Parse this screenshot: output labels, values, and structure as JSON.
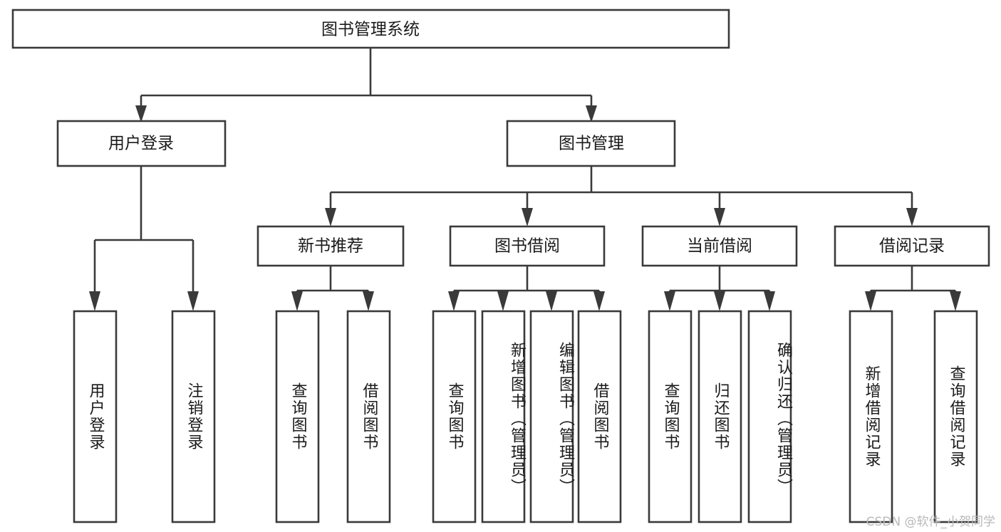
{
  "diagram": {
    "title": "图书管理系统",
    "type": "hierarchy-tree",
    "watermark": "CSDN @软件_小贺同学",
    "colors": {
      "box_stroke": "#3a3a3a",
      "box_fill": "#ffffff",
      "edge": "#3a3a3a",
      "text": "#1a1a1a",
      "background": "#ffffff",
      "watermark": "#b9b9b9"
    },
    "root": {
      "id": "root",
      "label": "图书管理系统"
    },
    "level1": [
      {
        "id": "user-login",
        "label": "用户登录"
      },
      {
        "id": "book-manage",
        "label": "图书管理"
      }
    ],
    "level2": [
      {
        "id": "new-book-rec",
        "label": "新书推荐"
      },
      {
        "id": "book-borrow",
        "label": "图书借阅"
      },
      {
        "id": "current-borrow",
        "label": "当前借阅"
      },
      {
        "id": "borrow-record",
        "label": "借阅记录"
      }
    ],
    "leaves": {
      "user_login": [
        {
          "id": "leaf-user-login",
          "label": "用户登录"
        },
        {
          "id": "leaf-logout-login",
          "label": "注销登录"
        }
      ],
      "new_book_rec": [
        {
          "id": "leaf-query-book-1",
          "label": "查询图书"
        },
        {
          "id": "leaf-borrow-book-1",
          "label": "借阅图书"
        }
      ],
      "book_borrow": [
        {
          "id": "leaf-query-book-2",
          "label": "查询图书"
        },
        {
          "id": "leaf-add-book",
          "label": "新增图书（管理员）"
        },
        {
          "id": "leaf-edit-book",
          "label": "编辑图书（管理员）"
        },
        {
          "id": "leaf-borrow-book-2",
          "label": "借阅图书"
        }
      ],
      "current_borrow": [
        {
          "id": "leaf-query-book-3",
          "label": "查询图书"
        },
        {
          "id": "leaf-return-book",
          "label": "归还图书"
        },
        {
          "id": "leaf-confirm-return",
          "label": "确认归还（管理员）"
        }
      ],
      "borrow_record": [
        {
          "id": "leaf-add-record",
          "label": "新增借阅记录"
        },
        {
          "id": "leaf-query-record",
          "label": "查询借阅记录"
        }
      ]
    }
  }
}
